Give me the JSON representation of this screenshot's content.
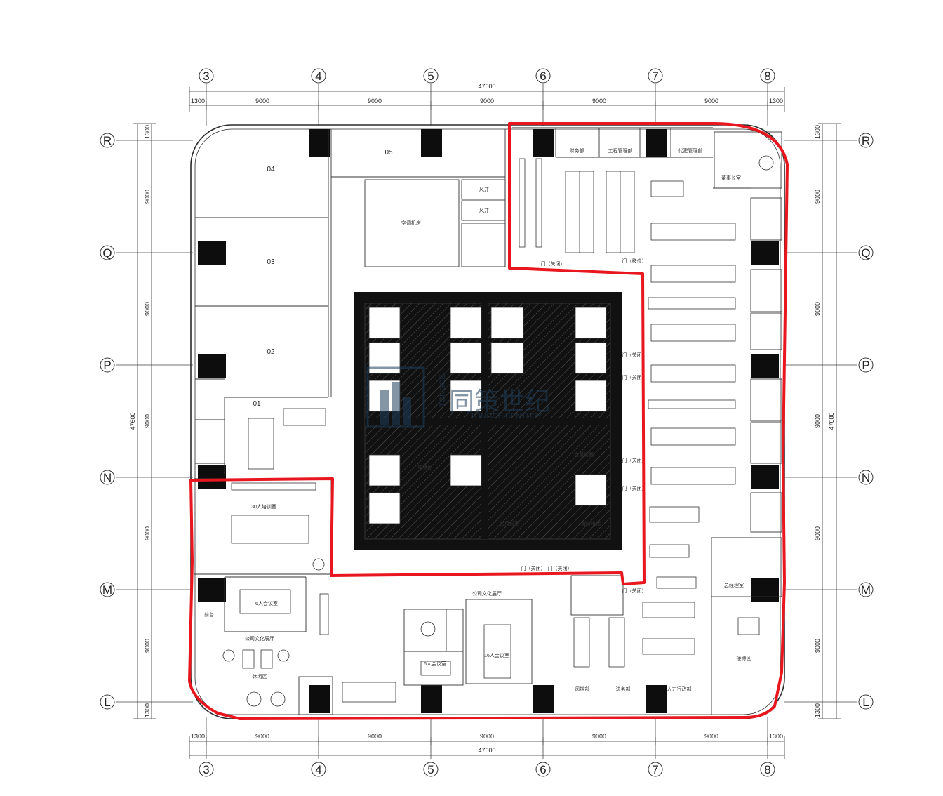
{
  "axes": {
    "top": [
      "3",
      "4",
      "5",
      "6",
      "7",
      "8"
    ],
    "bottom": [
      "3",
      "4",
      "5",
      "6",
      "7",
      "8"
    ],
    "left": [
      "R",
      "Q",
      "P",
      "N",
      "M",
      "L"
    ],
    "right": [
      "R",
      "Q",
      "P",
      "N",
      "M",
      "L"
    ]
  },
  "dimensions": {
    "total": "47600",
    "edge": "1300",
    "bay": "9000"
  },
  "rooms": {
    "r05": "05",
    "r04": "04",
    "r03": "03",
    "r02": "02",
    "r01": "01",
    "fengjing1": "风井",
    "fengjing2": "风井",
    "kongtiao": "空调机房",
    "caiwu": "财务部",
    "gongcheng": "工程管理部",
    "daibiao": "代建管理部",
    "dongshi": "董事长室",
    "zongjingli": "总经理室",
    "huiyi30": "30人培训室",
    "huiyi16": "16人会议室",
    "huiyi6": "6人会议室",
    "keting": "接待区",
    "qiantai": "前台",
    "xiuxian": "休闲区",
    "zhanting": "公司文化展厅",
    "dianti": "电梯厅",
    "heguan": "合用前室",
    "lift_room": "消防电梯",
    "ren_li": "人力行政部",
    "fawu": "法务部",
    "fengkong": "风控部",
    "door_closed": "门（关闭）",
    "door_move": "门（移位）"
  },
  "watermark": {
    "cn": "同策世纪",
    "en": "TONGCE CENTURY",
    "side": "TONGCE"
  },
  "colors": {
    "highlight": "#e8171f",
    "line": "#2b2b2b",
    "core_fill": "#111111",
    "column_fill": "#0d0d0d",
    "watermark": "#1f3f5c"
  }
}
